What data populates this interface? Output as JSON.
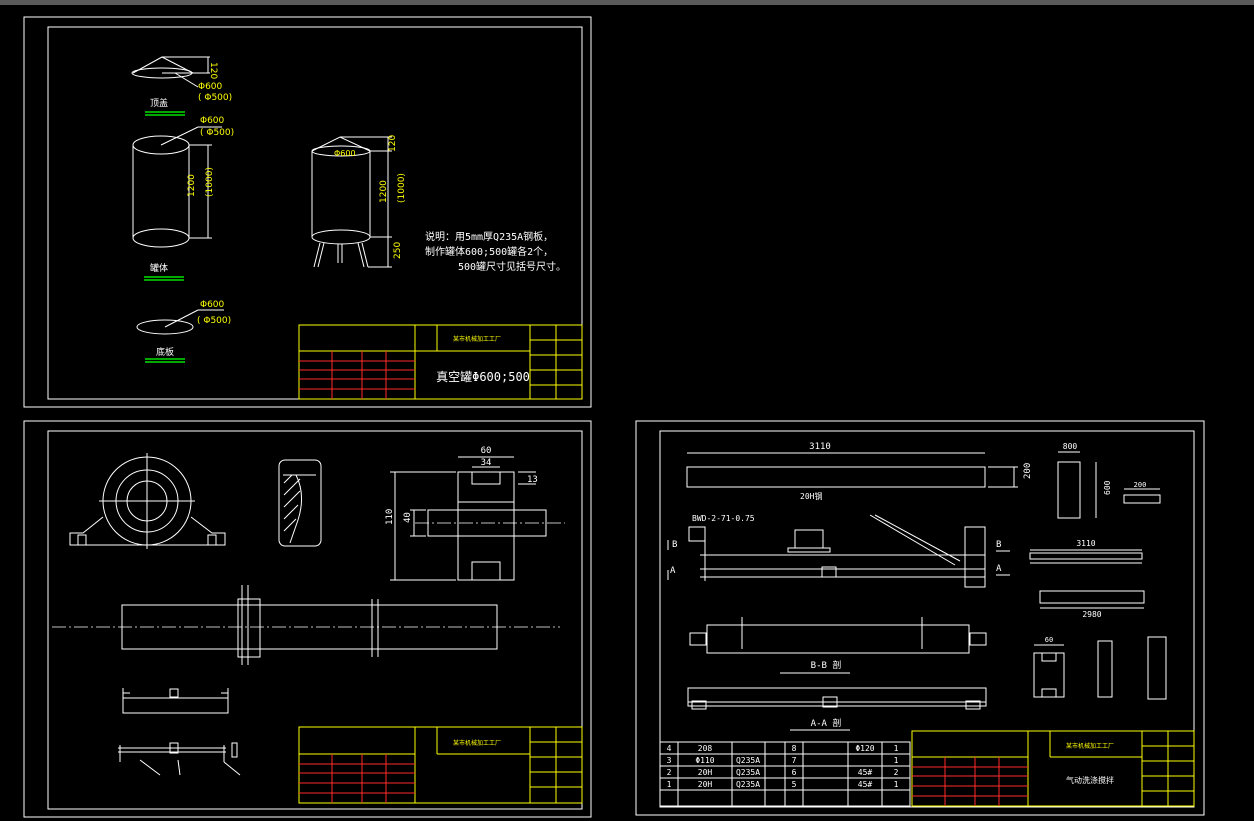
{
  "sheet1": {
    "cap_label": "顶盖",
    "body_label": "罐体",
    "base_label": "底板",
    "dim_120": "120",
    "dim_phi600": "Φ600",
    "dim_phi500": "( Φ500)",
    "dim_1200": "1200",
    "dim_1000": "(1000)",
    "dim_250": "250",
    "note_line1": "说明：用5mm厚Q235A钢板，",
    "note_line2": "制作罐体600;500罐各2个，",
    "note_line3": "500罐尺寸见括号尺寸。",
    "title": "真空罐Φ600;500",
    "company": "某市机械加工工厂"
  },
  "sheet2": {
    "dim_60": "60",
    "dim_34": "34",
    "dim_13": "13",
    "dim_110": "110",
    "dim_40": "40",
    "company": "某市机械加工工厂"
  },
  "sheet3": {
    "dim_3110": "3110",
    "dim_200": "200",
    "dim_800": "800",
    "dim_600": "600",
    "dim_2980": "2980",
    "label_20h": "20H钢",
    "label_bwd": "BWD-2-71-0.75",
    "section_bb": "B-B 剖",
    "section_aa": "A-A 剖",
    "mark_a": "A",
    "mark_b": "B",
    "title": "气动洗涤搅拌",
    "company": "某市机械加工工厂",
    "bom": [
      {
        "no": "4",
        "name": "208",
        "mat": "",
        "no2": "8",
        "name2": "",
        "spec": "Φ120",
        "qty": "1"
      },
      {
        "no": "3",
        "name": "Φ110",
        "mat": "Q235A",
        "no2": "7",
        "name2": "",
        "spec": "",
        "qty": "1"
      },
      {
        "no": "2",
        "name": "20H",
        "mat": "Q235A",
        "no2": "6",
        "name2": "",
        "spec": "45#",
        "qty": "2"
      },
      {
        "no": "1",
        "name": "20H",
        "mat": "Q235A",
        "no2": "5",
        "name2": "",
        "spec": "45#",
        "qty": "1"
      }
    ]
  }
}
